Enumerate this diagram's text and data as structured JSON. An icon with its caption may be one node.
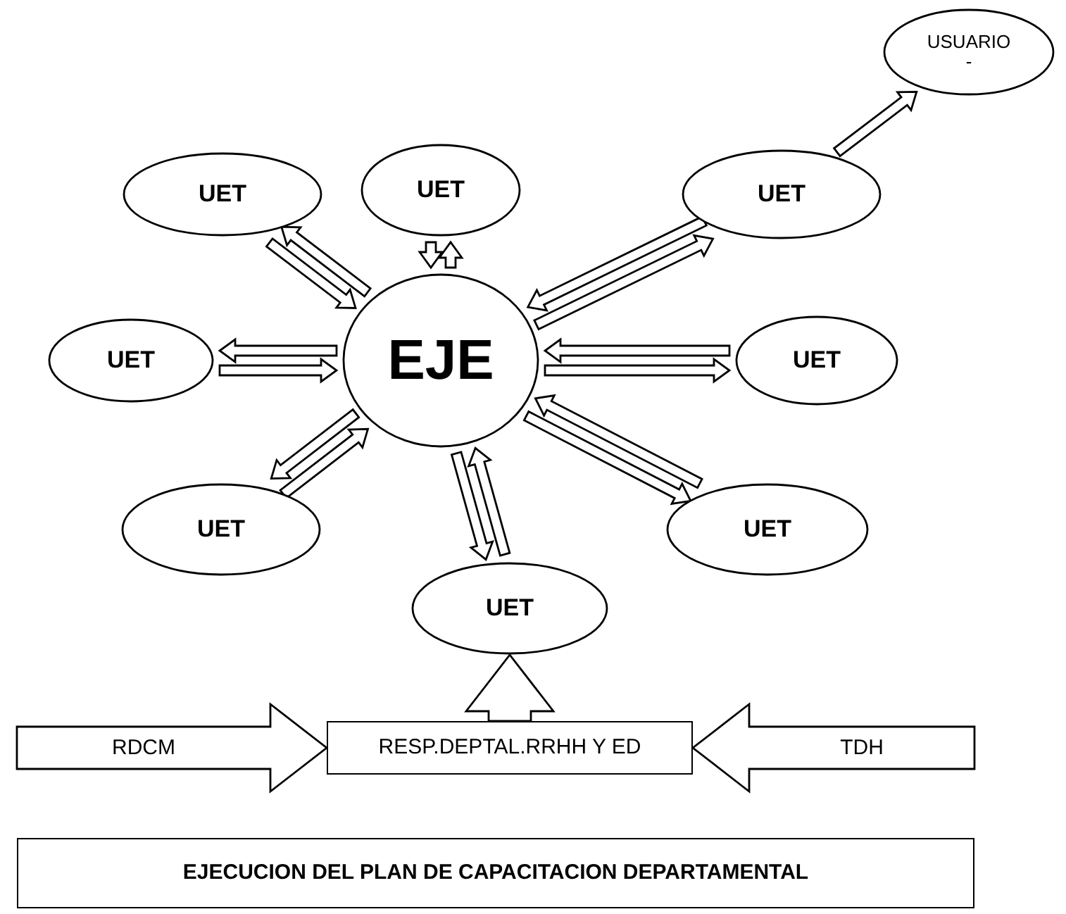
{
  "diagram": {
    "nodes": [
      {
        "text": [
          "USUARIO",
          "-"
        ]
      },
      {
        "text": [
          "UET"
        ]
      },
      {
        "text": [
          "UET"
        ]
      },
      {
        "text": [
          "UET"
        ]
      },
      {
        "text": [
          "UET"
        ]
      },
      {
        "text": [
          "EJE"
        ]
      },
      {
        "text": [
          "UET"
        ]
      },
      {
        "text": [
          "UET"
        ]
      },
      {
        "text": [
          "UET"
        ]
      },
      {
        "text": [
          "UET"
        ]
      },
      {
        "text": [
          "RESP.DEPTAL.RRHH Y ED"
        ]
      },
      {
        "text": [
          "EJECUCION DEL PLAN DE CAPACITACION DEPARTAMENTAL"
        ]
      }
    ],
    "edges": [
      {
        "from": 5,
        "to": 1,
        "arrow": "to"
      },
      {
        "from": 1,
        "to": 5,
        "arrow": "to"
      },
      {
        "from": 5,
        "to": 2,
        "arrow": "to"
      },
      {
        "from": 2,
        "to": 5,
        "arrow": "to"
      },
      {
        "from": 5,
        "to": 3,
        "arrow": "to"
      },
      {
        "from": 3,
        "to": 5,
        "arrow": "to"
      },
      {
        "from": 5,
        "to": 4,
        "arrow": "to"
      },
      {
        "from": 4,
        "to": 5,
        "arrow": "to"
      },
      {
        "from": 5,
        "to": 6,
        "arrow": "to"
      },
      {
        "from": 6,
        "to": 5,
        "arrow": "to"
      },
      {
        "from": 5,
        "to": 7,
        "arrow": "to"
      },
      {
        "from": 7,
        "to": 5,
        "arrow": "to"
      },
      {
        "from": 5,
        "to": 8,
        "arrow": "to"
      },
      {
        "from": 8,
        "to": 5,
        "arrow": "to"
      },
      {
        "from": 5,
        "to": 9,
        "arrow": "to"
      },
      {
        "from": 9,
        "to": 5,
        "arrow": "to"
      },
      {
        "from": 3,
        "to": 0,
        "arrow": "to"
      },
      {
        "from": 10,
        "to": 9,
        "arrow": "to",
        "style": "thick"
      },
      {
        "from": null,
        "to": 10,
        "arrow": "to",
        "label": "RDCM",
        "style": "thick"
      },
      {
        "from": null,
        "to": 10,
        "arrow": "to",
        "label": "TDH",
        "style": "thick"
      }
    ]
  }
}
